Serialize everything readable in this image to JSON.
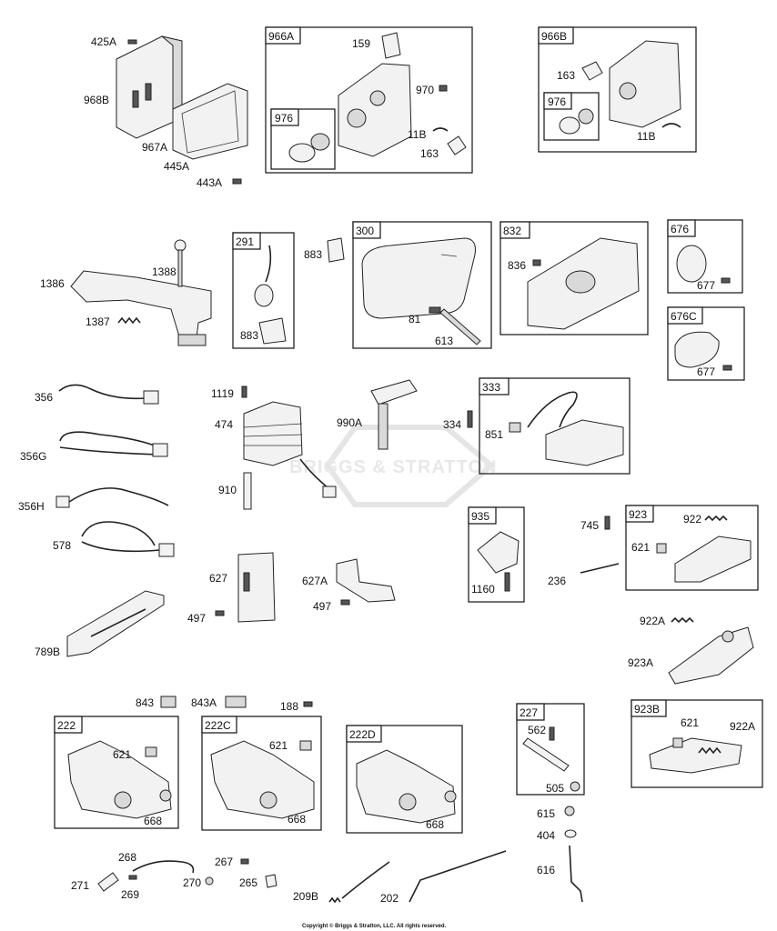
{
  "labels": {
    "l425A": "425A",
    "l968B": "968B",
    "l967A": "967A",
    "l445A": "445A",
    "l443A": "443A",
    "l159": "159",
    "l970": "970",
    "l11B_a": "11B",
    "l163_a": "163",
    "l163_b": "163",
    "l11B_b": "11B",
    "l1386": "1386",
    "l1388": "1388",
    "l1387": "1387",
    "l883_a": "883",
    "l883_b": "883",
    "l81": "81",
    "l613": "613",
    "l836": "836",
    "l677_a": "677",
    "l677_b": "677",
    "l356": "356",
    "l356G": "356G",
    "l356H": "356H",
    "l578": "578",
    "l789B": "789B",
    "l1119": "1119",
    "l474": "474",
    "l910": "910",
    "l990A": "990A",
    "l334": "334",
    "l851": "851",
    "l627": "627",
    "l627A": "627A",
    "l497_a": "497",
    "l497_b": "497",
    "l1160": "1160",
    "l745": "745",
    "l236": "236",
    "l922": "922",
    "l621_a": "621",
    "l922A": "922A",
    "l923A": "923A",
    "l843": "843",
    "l843A": "843A",
    "l188": "188",
    "l621_b": "621",
    "l668_a": "668",
    "l621_c": "621",
    "l668_b": "668",
    "l668_c": "668",
    "l562": "562",
    "l505": "505",
    "l621_d": "621",
    "l922A_b": "922A",
    "l268": "268",
    "l271": "271",
    "l269": "269",
    "l267": "267",
    "l270": "270",
    "l265": "265",
    "l209B": "209B",
    "l202": "202",
    "l615": "615",
    "l404": "404",
    "l616": "616"
  },
  "boxes": {
    "b966A": "966A",
    "b976_a": "976",
    "b966B": "966B",
    "b976_b": "976",
    "b291": "291",
    "b300": "300",
    "b832": "832",
    "b676": "676",
    "b676C": "676C",
    "b333": "333",
    "b935": "935",
    "b923": "923",
    "b227": "227",
    "b923B": "923B",
    "b222": "222",
    "b222C": "222C",
    "b222D": "222D"
  },
  "watermark": "BRIGGS & STRATTON",
  "copyright": "Copyright © Briggs & Stratton, LLC. All rights reserved."
}
